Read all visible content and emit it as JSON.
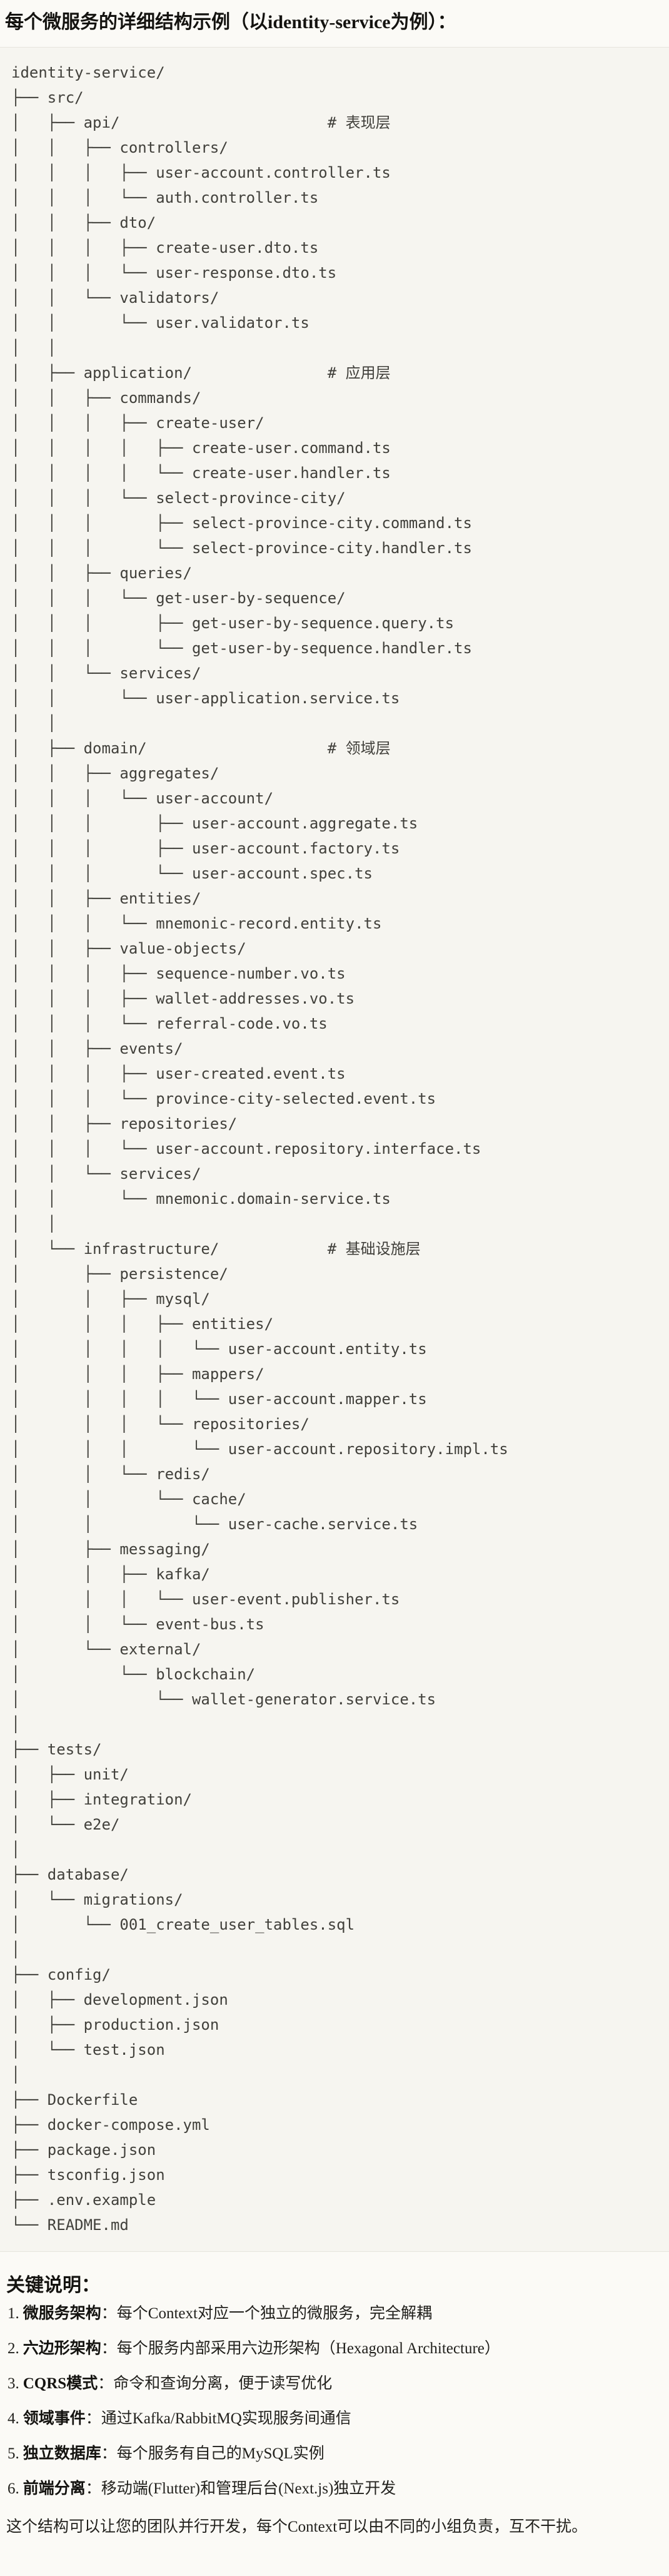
{
  "page": {
    "title": "每个微服务的详细结构示例（以identity-service为例）：",
    "tree_lines": [
      "identity-service/",
      "├── src/",
      "│   ├── api/                       # 表现层",
      "│   │   ├── controllers/",
      "│   │   │   ├── user-account.controller.ts",
      "│   │   │   └── auth.controller.ts",
      "│   │   ├── dto/",
      "│   │   │   ├── create-user.dto.ts",
      "│   │   │   └── user-response.dto.ts",
      "│   │   └── validators/",
      "│   │       └── user.validator.ts",
      "│   │",
      "│   ├── application/               # 应用层",
      "│   │   ├── commands/",
      "│   │   │   ├── create-user/",
      "│   │   │   │   ├── create-user.command.ts",
      "│   │   │   │   └── create-user.handler.ts",
      "│   │   │   └── select-province-city/",
      "│   │   │       ├── select-province-city.command.ts",
      "│   │   │       └── select-province-city.handler.ts",
      "│   │   ├── queries/",
      "│   │   │   └── get-user-by-sequence/",
      "│   │   │       ├── get-user-by-sequence.query.ts",
      "│   │   │       └── get-user-by-sequence.handler.ts",
      "│   │   └── services/",
      "│   │       └── user-application.service.ts",
      "│   │",
      "│   ├── domain/                    # 领域层",
      "│   │   ├── aggregates/",
      "│   │   │   └── user-account/",
      "│   │   │       ├── user-account.aggregate.ts",
      "│   │   │       ├── user-account.factory.ts",
      "│   │   │       └── user-account.spec.ts",
      "│   │   ├── entities/",
      "│   │   │   └── mnemonic-record.entity.ts",
      "│   │   ├── value-objects/",
      "│   │   │   ├── sequence-number.vo.ts",
      "│   │   │   ├── wallet-addresses.vo.ts",
      "│   │   │   └── referral-code.vo.ts",
      "│   │   ├── events/",
      "│   │   │   ├── user-created.event.ts",
      "│   │   │   └── province-city-selected.event.ts",
      "│   │   ├── repositories/",
      "│   │   │   └── user-account.repository.interface.ts",
      "│   │   └── services/",
      "│   │       └── mnemonic.domain-service.ts",
      "│   │",
      "│   └── infrastructure/            # 基础设施层",
      "│       ├── persistence/",
      "│       │   ├── mysql/",
      "│       │   │   ├── entities/",
      "│       │   │   │   └── user-account.entity.ts",
      "│       │   │   ├── mappers/",
      "│       │   │   │   └── user-account.mapper.ts",
      "│       │   │   └── repositories/",
      "│       │   │       └── user-account.repository.impl.ts",
      "│       │   └── redis/",
      "│       │       └── cache/",
      "│       │           └── user-cache.service.ts",
      "│       ├── messaging/",
      "│       │   ├── kafka/",
      "│       │   │   └── user-event.publisher.ts",
      "│       │   └── event-bus.ts",
      "│       └── external/",
      "│           └── blockchain/",
      "│               └── wallet-generator.service.ts",
      "│",
      "├── tests/",
      "│   ├── unit/",
      "│   ├── integration/",
      "│   └── e2e/",
      "│",
      "├── database/",
      "│   └── migrations/",
      "│       └── 001_create_user_tables.sql",
      "│",
      "├── config/",
      "│   ├── development.json",
      "│   ├── production.json",
      "│   └── test.json",
      "│",
      "├── Dockerfile",
      "├── docker-compose.yml",
      "├── package.json",
      "├── tsconfig.json",
      "├── .env.example",
      "└── README.md"
    ],
    "notes": {
      "heading": "关键说明：",
      "items": [
        {
          "num": "1.",
          "term": "微服务架构",
          "sep": "：",
          "desc": "每个Context对应一个独立的微服务，完全解耦"
        },
        {
          "num": "2.",
          "term": "六边形架构",
          "sep": "：",
          "desc": "每个服务内部采用六边形架构（Hexagonal Architecture）"
        },
        {
          "num": "3.",
          "term": "CQRS模式",
          "sep": "：",
          "desc": "命令和查询分离，便于读写优化"
        },
        {
          "num": "4.",
          "term": "领域事件",
          "sep": "：",
          "desc": "通过Kafka/RabbitMQ实现服务间通信"
        },
        {
          "num": "5.",
          "term": "独立数据库",
          "sep": "：",
          "desc": "每个服务有自己的MySQL实例"
        },
        {
          "num": "6.",
          "term": "前端分离",
          "sep": "：",
          "desc": "移动端(Flutter)和管理后台(Next.js)独立开发"
        }
      ],
      "footer": "这个结构可以让您的团队并行开发，每个Context可以由不同的小组负责，互不干扰。"
    }
  }
}
